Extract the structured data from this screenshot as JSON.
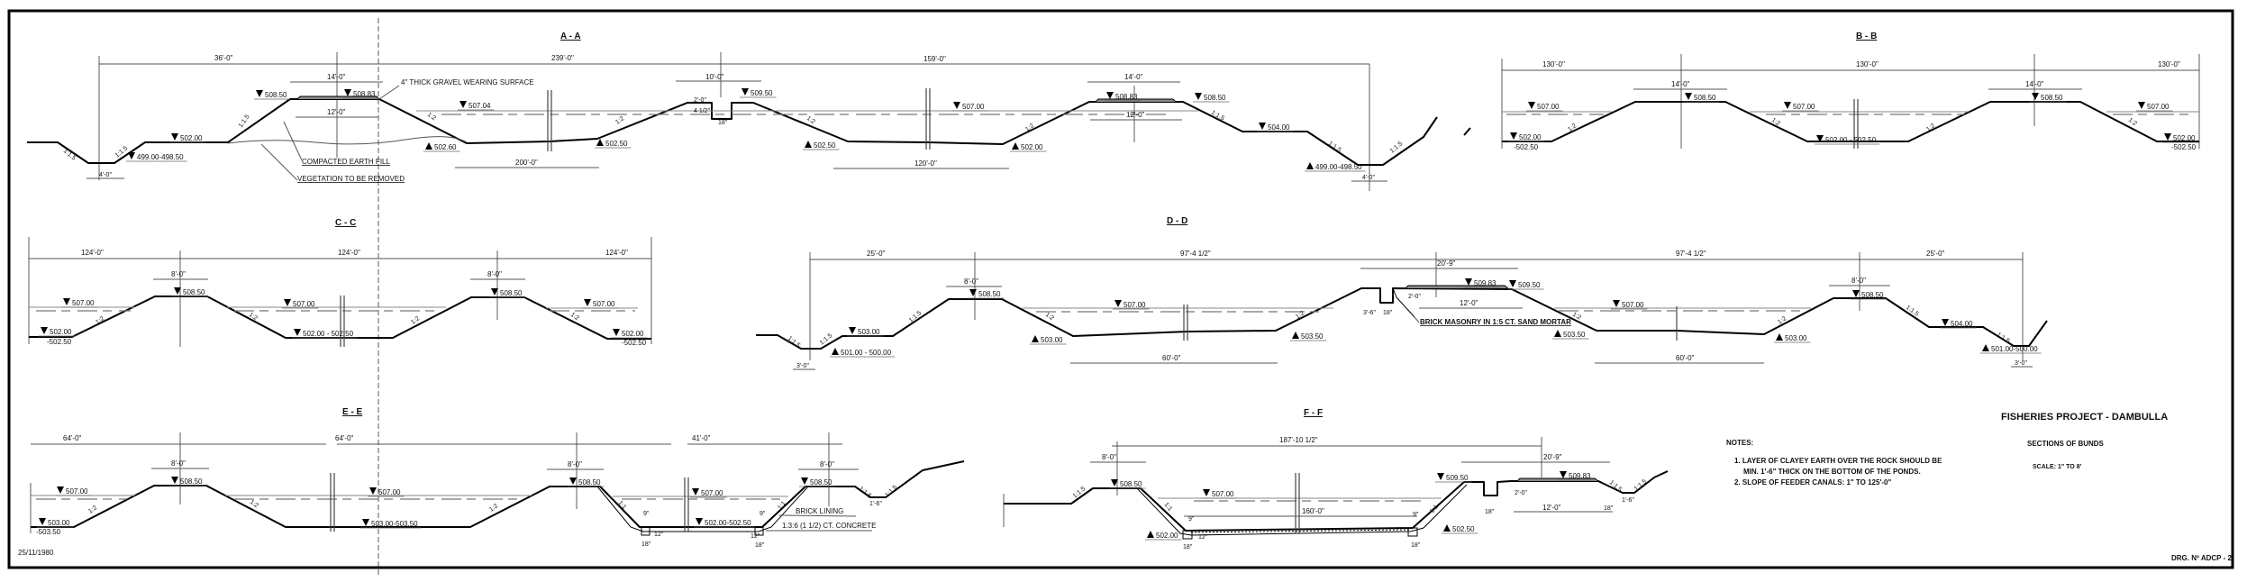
{
  "drawing": {
    "title": "FISHERIES PROJECT - DAMBULLA",
    "subtitle": "SECTIONS OF BUNDS",
    "scale": "SCALE: 1\" TO 8'",
    "drawing_number": "DRG. Nº ADCP - 2.",
    "date": "25/11/1980",
    "notes_heading": "NOTES:",
    "notes": [
      "1. LAYER OF CLAYEY EARTH OVER THE ROCK SHOULD BE",
      "MIN. 1'-6\" THICK ON THE BOTTOM OF THE PONDS.",
      "2. SLOPE OF FEEDER CANALS:  1\" TO 125'-0\""
    ]
  },
  "sections": {
    "aa": {
      "title": "A - A",
      "dims": [
        "36'-0\"",
        "239'-0\"",
        "159'-0\"",
        "14'-0\"",
        "12'-0\"",
        "10'-0\"",
        "200'-0\"",
        "120'-0\"",
        "14'-0\"",
        "12'-0\"",
        "4'-0\"",
        "4'-0\"",
        "2'-0\"",
        "4 1/2\"",
        "18\""
      ],
      "elevations": [
        "508.50",
        "508.83",
        "507.04",
        "502.00",
        "499.00-498.50",
        "502.60",
        "502.50",
        "509.50",
        "507.00",
        "502.50",
        "502.00",
        "508.83",
        "508.50",
        "504.00",
        "499.00-498.50"
      ],
      "slopes": [
        "1:1.5",
        "1:1.5",
        "1:1.5",
        "1:2",
        "1:2",
        "1:2",
        "1:2",
        "1:1.5",
        "1:1.5",
        "1:1.5"
      ],
      "annotations": [
        "4\" THICK GRAVEL WEARING SURFACE",
        "COMPACTED EARTH FILL",
        "VEGETATION TO BE REMOVED"
      ]
    },
    "bb": {
      "title": "B - B",
      "dims": [
        "130'-0\"",
        "130'-0\"",
        "130'-0\"",
        "14'-0\"",
        "14'-0\""
      ],
      "elevations": [
        "507.00",
        "502.00",
        "-502.50",
        "508.50",
        "507.00",
        "502.00 - 502.50",
        "508.50",
        "507.00",
        "502.00",
        "-502.50"
      ],
      "slopes": [
        "1:2",
        "1:2",
        "1:2",
        "1:2"
      ]
    },
    "cc": {
      "title": "C - C",
      "dims": [
        "124'-0\"",
        "124'-0\"",
        "124'-0\"",
        "8'-0\"",
        "8'-0\""
      ],
      "elevations": [
        "507.00",
        "502.00",
        "-502.50",
        "508.50",
        "507.00",
        "502.00 - 502.50",
        "508.50",
        "507.00",
        "502.00",
        "-502.50"
      ],
      "slopes": [
        "1:2",
        "1:2",
        "1:2",
        "1:2"
      ]
    },
    "dd": {
      "title": "D - D",
      "dims": [
        "25'-0\"",
        "97'-4 1/2\"",
        "97'-4 1/2\"",
        "25'-0\"",
        "8'-0\"",
        "8'-0\"",
        "20'-9\"",
        "12'-0\"",
        "2'-0\"",
        "60'-0\"",
        "60'-0\"",
        "3'-0\"",
        "3'-0\"",
        "3'-6\"",
        "18\""
      ],
      "elevations": [
        "503.00",
        "501.00 - 500.00",
        "508.50",
        "507.00",
        "503.00",
        "503.50",
        "509.83",
        "509.50",
        "507.00",
        "503.50",
        "503.00",
        "508.50",
        "504.00",
        "501.00-500.00"
      ],
      "slopes": [
        "1:1.5",
        "1:1.5",
        "1:1.5",
        "1:2",
        "1:2",
        "1:2",
        "1:2",
        "1:1.5",
        "1:1.5"
      ],
      "annotations": [
        "BRICK MASONRY IN 1:5 CT. SAND MORTAR"
      ]
    },
    "ee": {
      "title": "E - E",
      "dims": [
        "64'-0\"",
        "64'-0\"",
        "41'-0\"",
        "8'-0\"",
        "8'-0\"",
        "8'-0\"",
        "1'-6\"",
        "9\"",
        "12\"",
        "18\"",
        "9\"",
        "12\"",
        "18\""
      ],
      "elevations": [
        "507.00",
        "503.00",
        "-503.50",
        "508.50",
        "507.00",
        "503.00-503.50",
        "508.50",
        "507.00",
        "502.00-502.50",
        "508.50"
      ],
      "slopes": [
        "1:2",
        "1:2",
        "1:2",
        "1:1",
        "1:1",
        "1:1.5",
        "1:1.5"
      ],
      "annotations": [
        "BRICK LINING",
        "1:3:6 (1 1/2) CT. CONCRETE"
      ]
    },
    "ff": {
      "title": "F - F",
      "dims": [
        "187'-10 1/2\"",
        "20'-9\"",
        "8'-0\"",
        "160'-0\"",
        "2'-0\"",
        "18\"",
        "12'-0\"",
        "18\"",
        "1'-6\"",
        "9\"",
        "12\"",
        "18\"",
        "9\"",
        "18\""
      ],
      "elevations": [
        "508.50",
        "507.00",
        "502.00",
        "509.50",
        "509.83",
        "502.50"
      ],
      "slopes": [
        "1:1.5",
        "1:1",
        "1:1",
        "1:1.5",
        "1:1.5"
      ]
    }
  }
}
